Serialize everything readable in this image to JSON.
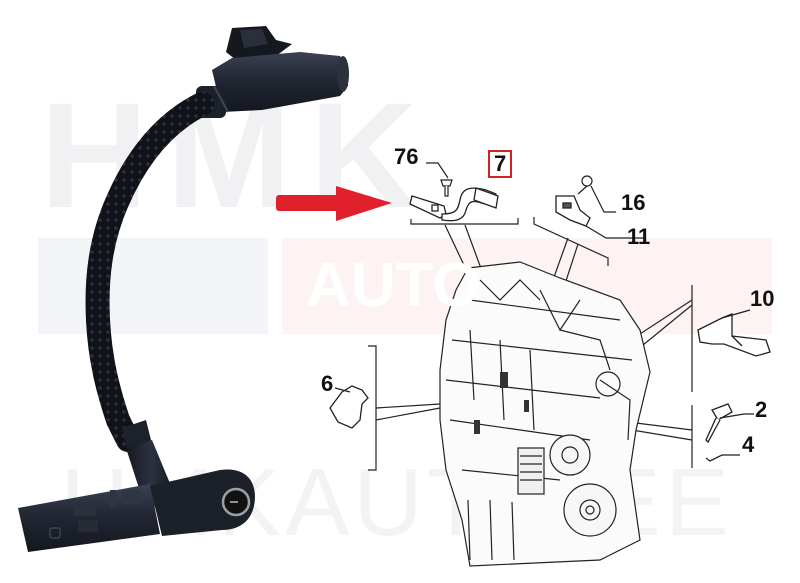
{
  "watermark": {
    "top_text": "HMK",
    "middle_text": "AUTO",
    "bottom_text": "HMKAUTO.EE",
    "colors": {
      "blue_band": "#f3f4f8",
      "red_band": "#fdf3f3",
      "text": "#f1f1f3"
    }
  },
  "product_photo": {
    "description": "Crankshaft position sensor with corrugated cable and connector",
    "colors": {
      "body": "#1f2430",
      "highlight": "#3a4150"
    }
  },
  "pointer_arrow": {
    "color": "#e0202a",
    "direction": "right"
  },
  "diagram": {
    "callouts": [
      {
        "id": "76",
        "label": "76",
        "highlighted": false
      },
      {
        "id": "7",
        "label": "7",
        "highlighted": true
      },
      {
        "id": "16",
        "label": "16",
        "highlighted": false
      },
      {
        "id": "11",
        "label": "11",
        "highlighted": false
      },
      {
        "id": "10",
        "label": "10",
        "highlighted": false
      },
      {
        "id": "6",
        "label": "6",
        "highlighted": false
      },
      {
        "id": "2",
        "label": "2",
        "highlighted": false
      },
      {
        "id": "4",
        "label": "4",
        "highlighted": false
      }
    ],
    "highlight_color": "#d0212a",
    "line_color": "#222222"
  }
}
